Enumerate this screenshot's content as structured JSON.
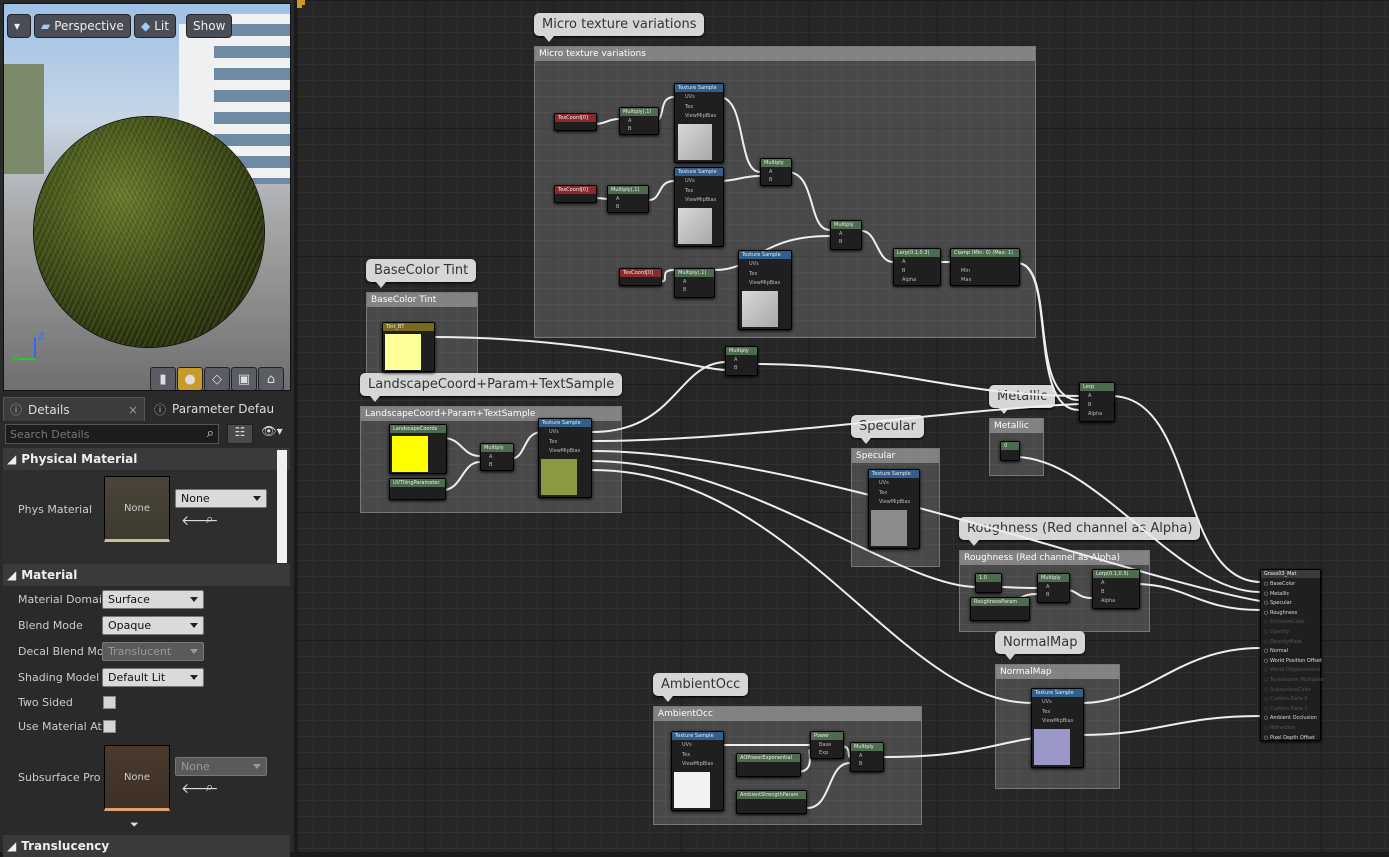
{
  "viewport": {
    "perspective": "Perspective",
    "lit": "Lit",
    "show": "Show",
    "axis_z": "Z",
    "axis_x": "X"
  },
  "tabs": {
    "details": "Details",
    "params": "Parameter Defau"
  },
  "search": {
    "placeholder": "Search Details"
  },
  "physical": {
    "header": "Physical Material",
    "phys_label": "Phys Material",
    "thumb": "None",
    "value": "None"
  },
  "material": {
    "header": "Material",
    "rows": [
      {
        "label": "Material Domai",
        "value": "Surface"
      },
      {
        "label": "Blend Mode",
        "value": "Opaque"
      },
      {
        "label": "Decal Blend Mo",
        "value": "Translucent"
      },
      {
        "label": "Shading Model",
        "value": "Default Lit"
      },
      {
        "label": "Two Sided"
      },
      {
        "label": "Use Material At"
      },
      {
        "label": "Subsurface Pro",
        "thumb": "None",
        "value": "None"
      }
    ]
  },
  "translucency": {
    "header": "Translucency"
  },
  "graph": {
    "comments": {
      "micro": "Micro texture variations",
      "basecolor": "BaseColor Tint",
      "landscape": "LandscapeCoord+Param+TextSample",
      "specular": "Specular",
      "metallic": "Metallic",
      "roughness": "Roughness (Red channel as Alpha)",
      "normal": "NormalMap",
      "ao": "AmbientOcc"
    },
    "nodes": {
      "texcoord": "TexCoord[0]",
      "multiply": "Multiply",
      "multiply1": "Multiply(,1)",
      "texsample": "Texture Sample",
      "lerp": "Lerp",
      "lerp2": "Lerp(0.1,0.3)",
      "clamp": "Clamp (Min: 0) (Max: 1)",
      "landscape": "LandscapeCoords",
      "uvparam": "UVTilingParameter",
      "power": "Power",
      "aoexp": "AOPowerExponential",
      "aostr": "AmbientStrengthParam",
      "roughparam": "RoughnessParam",
      "basecolor_param": "Tint_BT",
      "metal_val": "0",
      "rough_val": "1.0",
      "result": "Grass03_Mat"
    },
    "pins": {
      "uvs": "UVs",
      "tex": "Tex",
      "viewmip": "ViewMipBias",
      "a": "A",
      "b": "B",
      "alpha": "Alpha",
      "min": "Min",
      "max": "Max",
      "base": "Base",
      "exp": "Exp"
    },
    "result_pins": [
      "BaseColor",
      "Metallic",
      "Specular",
      "Roughness",
      "EmissiveColor",
      "Opacity",
      "OpacityMask",
      "Normal",
      "World Position Offset",
      "World Displacement",
      "Tessellation Multiplier",
      "SubsurfaceColor",
      "Custom Data 0",
      "Custom Data 1",
      "Ambient Occlusion",
      "Refraction",
      "Pixel Depth Offset"
    ]
  }
}
